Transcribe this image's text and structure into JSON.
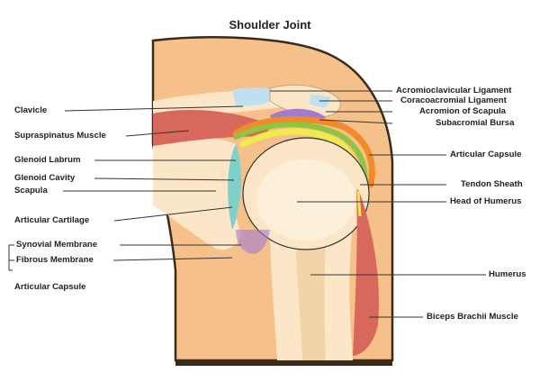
{
  "title": "Shoulder Joint",
  "labels_left": {
    "clavicle": "Clavicle",
    "supraspinatus": "Supraspinatus Muscle",
    "glenoid_labrum": "Glenoid Labrum",
    "glenoid_cavity": "Glenoid Cavity",
    "scapula": "Scapula",
    "articular_cartilage": "Articular Cartilage",
    "synovial_membrane": "Synovial Membrane",
    "fibrous_membrane": "Fibrous Membrane",
    "articular_capsule": "Articular Capsule"
  },
  "labels_right": {
    "acromioclavicular": "Acromioclavicular Ligament",
    "coracoacromial": "Coracoacromial Ligament",
    "acromion": "Acromion of Scapula",
    "subacromial_bursa": "Subacromial Bursa",
    "articular_capsule": "Articular Capsule",
    "tendon_sheath": "Tendon Sheath",
    "head_of_humerus": "Head of Humerus",
    "humerus": "Humerus",
    "biceps": "Biceps Brachii Muscle"
  },
  "colors": {
    "skin": "#f5c08a",
    "skin_outline": "#3a2a1a",
    "bone": "#fbe7c8",
    "bone_shade": "#f3d3a8",
    "muscle": "#d9685c",
    "muscle_light": "#e9948a",
    "ligament_blue": "#bfe0f0",
    "bursa_purple": "#a27ad0",
    "capsule_orange": "#f08a2a",
    "labrum_green": "#8cc63f",
    "cavity_teal": "#7fd0c8",
    "tendon_yellow": "#f2ea4a",
    "line": "#333333"
  }
}
